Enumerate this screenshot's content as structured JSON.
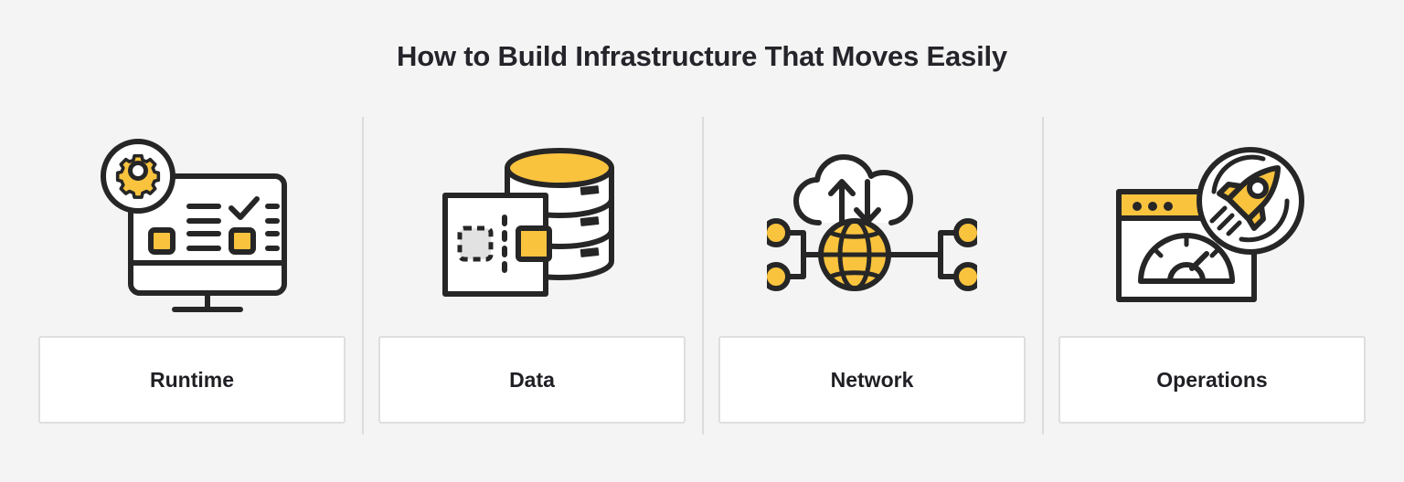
{
  "title": "How to Build Infrastructure That Moves Easily",
  "colors": {
    "background": "#f4f4f4",
    "accent_yellow": "#f9c33e",
    "stroke_dark": "#262626",
    "card_background": "#ffffff",
    "card_border": "#dedede",
    "divider": "#dcdcdc",
    "title_text": "#24242a",
    "label_text": "#1f1f24",
    "muted_gray": "#e2e2e2"
  },
  "columns": [
    {
      "label": "Runtime",
      "icon": "monitor-with-gear-icon",
      "icon_parts": [
        "monitor-screen",
        "gear-badge",
        "checkmark",
        "yellow-squares",
        "text-lines",
        "monitor-stand"
      ]
    },
    {
      "label": "Data",
      "icon": "database-with-card-icon",
      "icon_parts": [
        "database-cylinder",
        "disk-tiers",
        "migration-card",
        "dashed-square",
        "yellow-square",
        "dashed-divider"
      ]
    },
    {
      "label": "Network",
      "icon": "cloud-globe-network-icon",
      "icon_parts": [
        "cloud",
        "up-arrow",
        "down-arrow",
        "globe",
        "node-dots",
        "connector-lines"
      ]
    },
    {
      "label": "Operations",
      "icon": "browser-gauge-rocket-icon",
      "icon_parts": [
        "browser-window",
        "title-bar-dots",
        "speedometer-gauge",
        "rocket-badge",
        "speed-lines"
      ]
    }
  ]
}
